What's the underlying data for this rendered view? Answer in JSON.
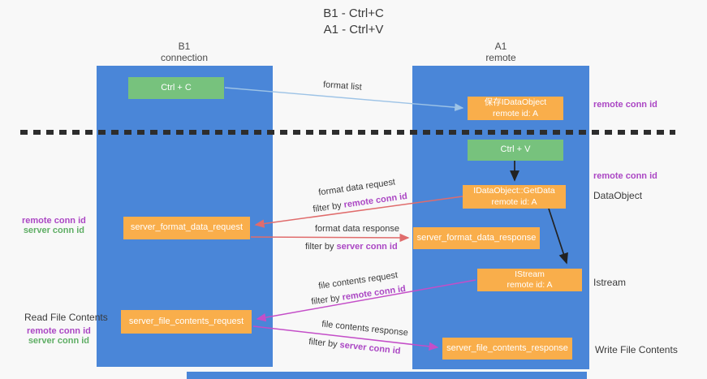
{
  "title": {
    "line1": "B1 - Ctrl+C",
    "line2": "A1 - Ctrl+V"
  },
  "columns": {
    "left": {
      "name": "B1",
      "subtitle": "connection"
    },
    "right": {
      "name": "A1",
      "subtitle": "remote"
    }
  },
  "boxes": {
    "ctrl_c": "Ctrl + C",
    "ctrl_v": "Ctrl + V",
    "save_idataobject": {
      "line1": "保存IDataObject",
      "line2": "remote id: A"
    },
    "getdata": {
      "line1": "IDataObject::GetData",
      "line2": "remote id: A"
    },
    "istream": {
      "line1": "IStream",
      "line2": "remote id: A"
    },
    "format_request": "server_format_data_request",
    "format_response": "server_format_data_response",
    "file_request": "server_file_contents_request",
    "file_response": "server_file_contents_response"
  },
  "arrow_labels": {
    "format_list": "format list",
    "format_data_request": {
      "text": "format data request",
      "filter_prefix": "filter by ",
      "filter_highlight": "remote conn id"
    },
    "format_data_response": {
      "text": "format data response",
      "filter_prefix": "filter by ",
      "filter_highlight": "server conn id"
    },
    "file_contents_request": {
      "text": "file contents request",
      "filter_prefix": "filter by ",
      "filter_highlight": "remote conn id"
    },
    "file_contents_response": {
      "text": "file contents response",
      "filter_prefix": "filter by ",
      "filter_highlight": "server conn id"
    }
  },
  "side_labels": {
    "right_remote_conn_top": "remote conn id",
    "right_remote_conn_mid": "remote conn id",
    "dataobject": "DataObject",
    "istream": "Istream",
    "write_file_contents": "Write File Contents",
    "left_top": {
      "remote": "remote conn id",
      "server": "server conn id"
    },
    "read_file_contents": "Read File Contents",
    "left_bottom": {
      "remote": "remote conn id",
      "server": "server conn id"
    }
  },
  "colors": {
    "lifeline_blue": "#4a86d8",
    "box_orange": "#f9ae4b",
    "box_green": "#77c27d",
    "arrow_red": "#e06c6c",
    "arrow_magenta": "#c44ec8",
    "arrow_lightblue": "#9dc3e6",
    "arrow_black": "#222222",
    "text_purple": "#ab47c4",
    "text_green": "#5fae65",
    "background": "#f8f8f8"
  }
}
